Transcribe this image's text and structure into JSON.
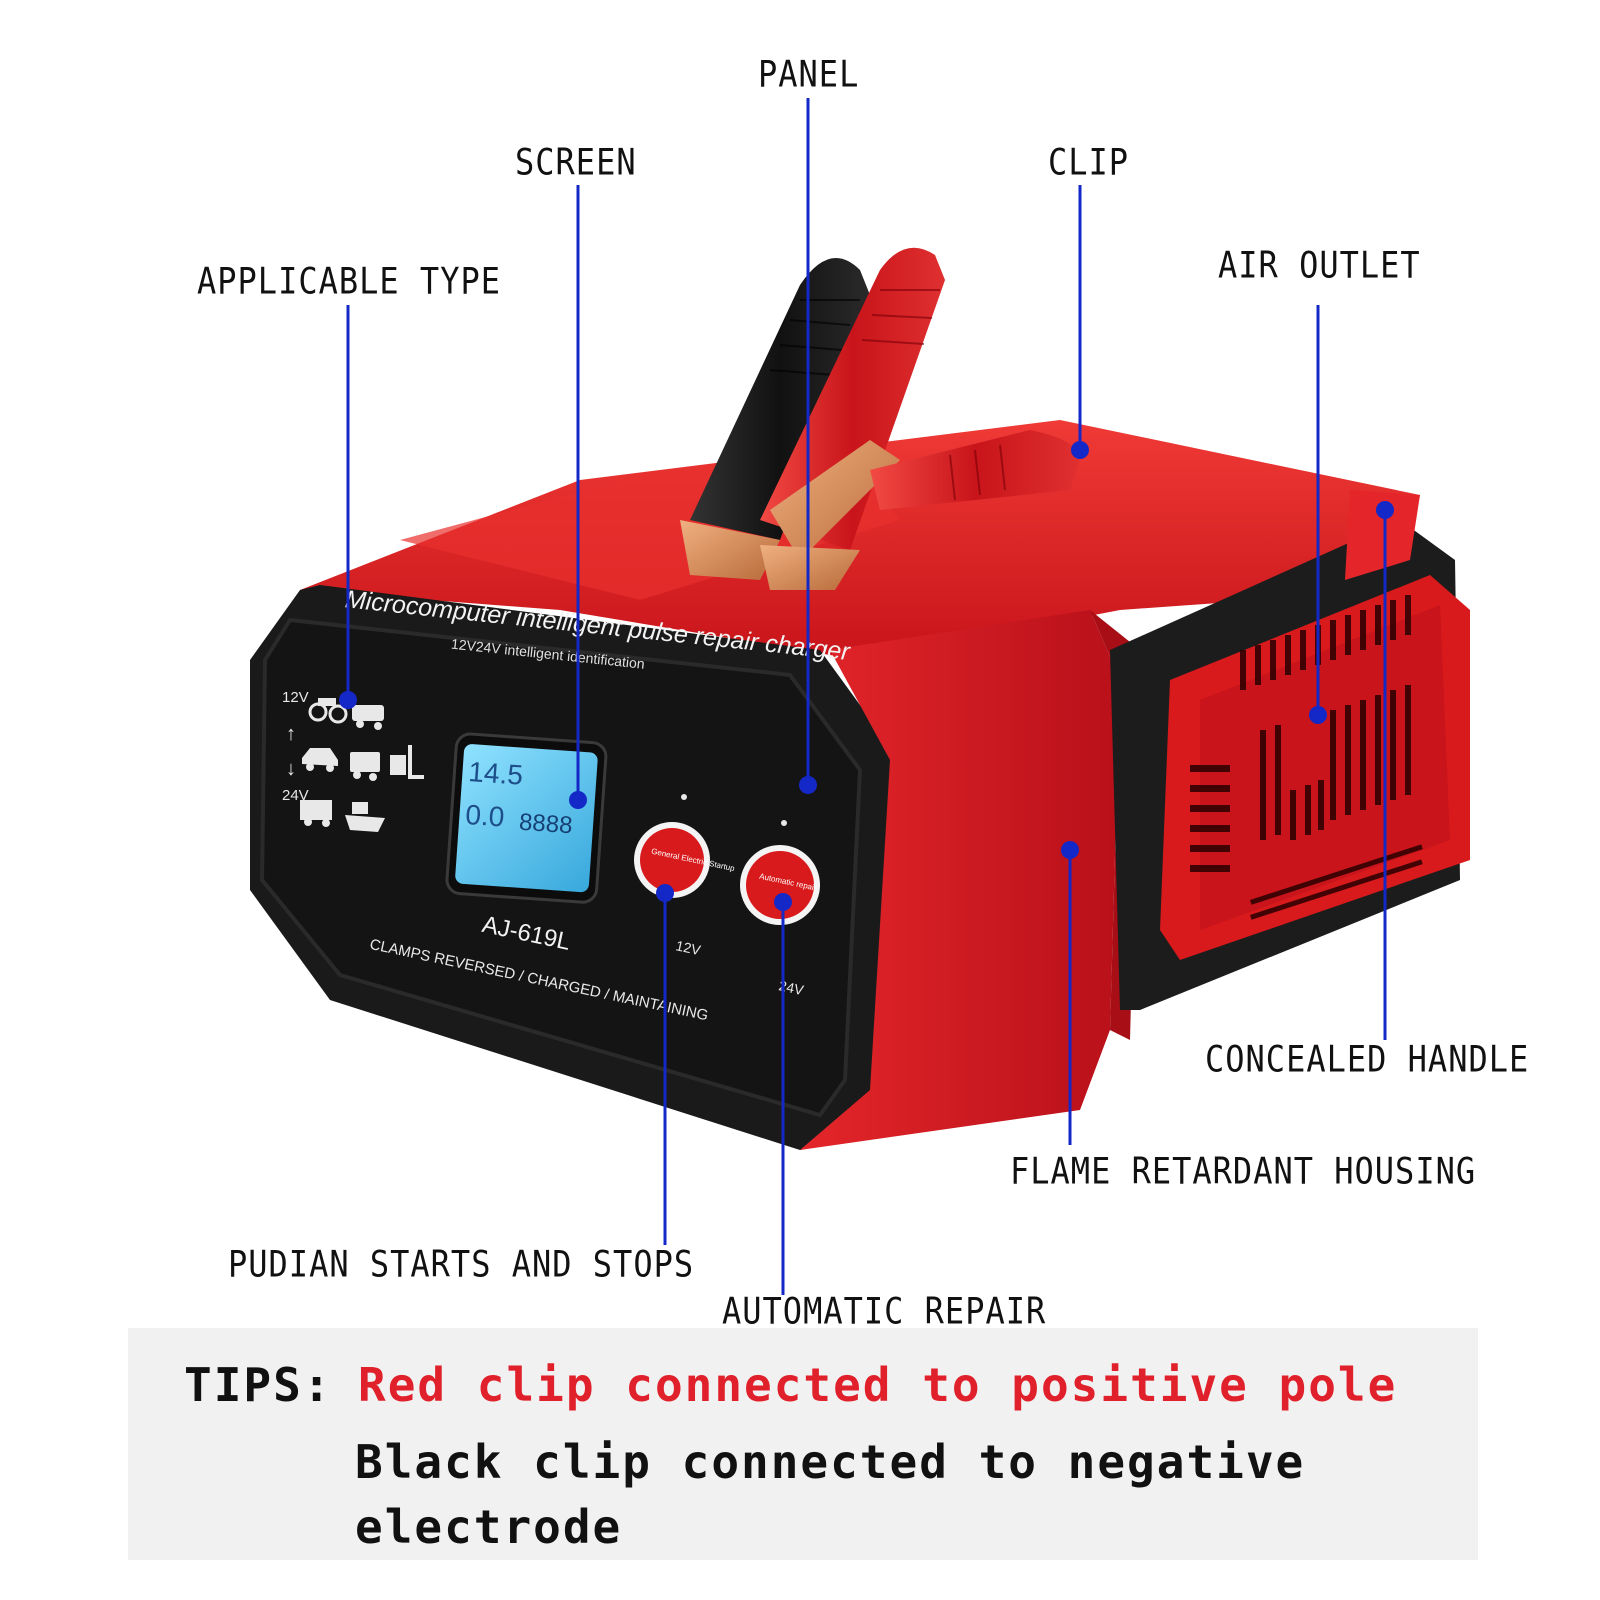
{
  "callouts": {
    "panel": "PANEL",
    "screen": "SCREEN",
    "clip": "CLIP",
    "applicable_type": "APPLICABLE TYPE",
    "air_outlet": "AIR OUTLET",
    "concealed_handle": "CONCEALED HANDLE",
    "flame_retardant_housing": "FLAME RETARDANT HOUSING",
    "pudian_starts_and_stops": "PUDIAN STARTS AND STOPS",
    "automatic_repair": "AUTOMATIC REPAIR"
  },
  "device": {
    "title": "Microcomputer intelligent pulse repair charger",
    "subtitle": "12V24V intelligent identification",
    "model": "AJ-619L",
    "footer": "CLAMPS REVERSED / CHARGED / MAINTAINING",
    "lcd_voltage": "14.5",
    "lcd_current": "0.0",
    "lcd_digits": "8888",
    "left_button": "General Electric Startup",
    "right_button": "Automatic repair",
    "left_button_label": "12V",
    "right_button_label": "24V",
    "type_12v": "12V",
    "type_24v": "24V"
  },
  "tips": {
    "label": "TIPS:",
    "line1": "Red clip connected to positive pole",
    "line2": "Black clip connected to negative",
    "line3": "electrode"
  },
  "colors": {
    "housing_red": "#d81a1c",
    "panel_black": "#141414",
    "lcd_blue": "#5ec8f0",
    "leader_blue": "#1428c8",
    "tips_red": "#e0202a"
  }
}
